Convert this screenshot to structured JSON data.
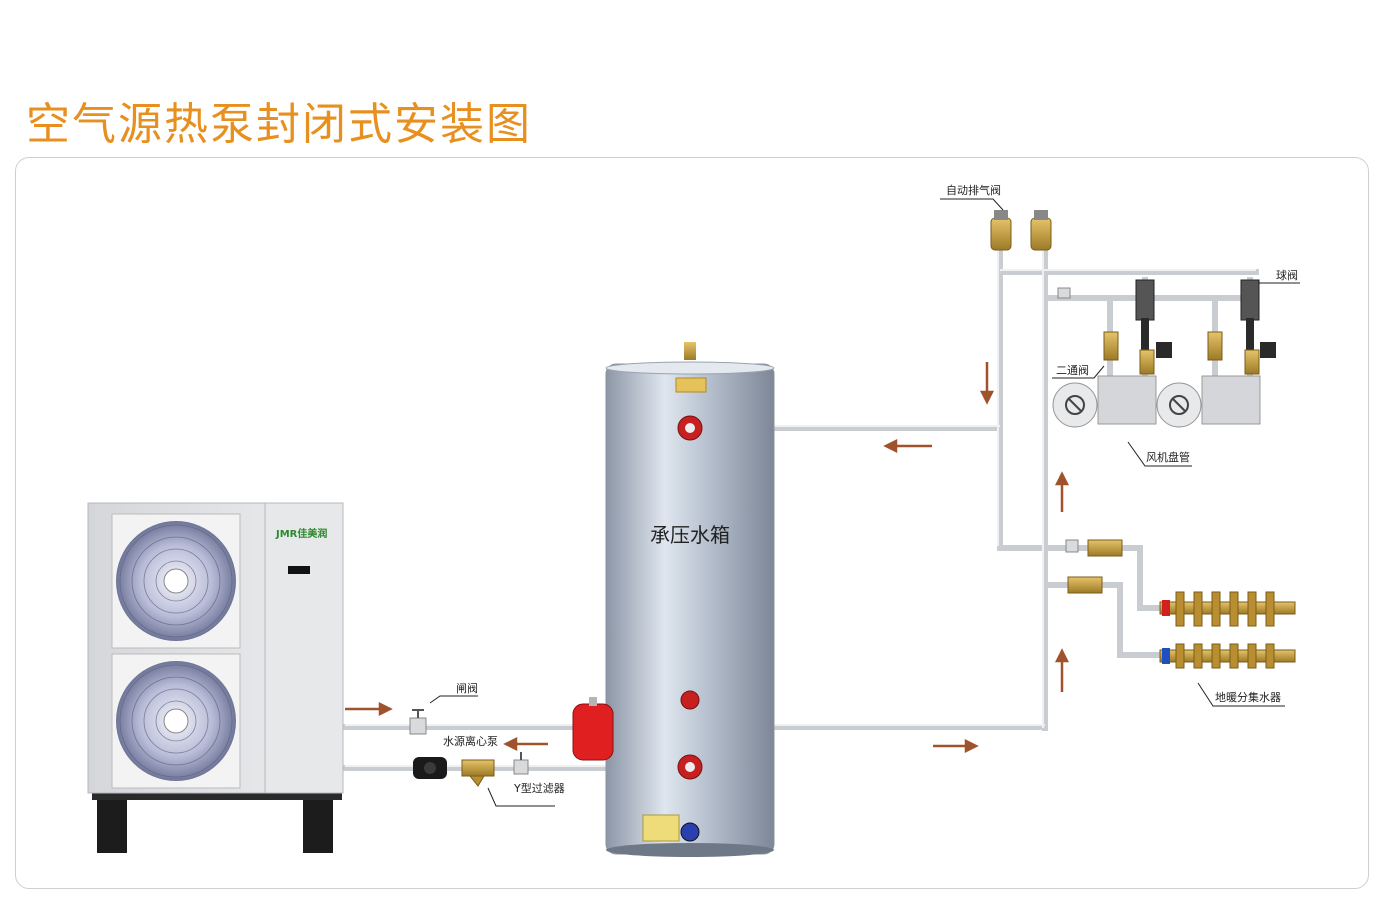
{
  "title": "空气源热泵封闭式安装图",
  "labels": {
    "auto_vent": "自动排气阀",
    "ball_valve": "球阀",
    "two_way_valve": "二通阀",
    "fan_coil": "风机盘管",
    "tank": "承压水箱",
    "gate_valve": "闸阀",
    "pump": "水源离心泵",
    "y_filter": "Y型过滤器",
    "floor_manifold": "地暖分集水器"
  },
  "heat_pump": {
    "brand": "JMR佳美润"
  },
  "colors": {
    "title": "#e8901f",
    "pipe": "#c9ccd0",
    "arrow": "#a0522d",
    "brass": "#c8a040",
    "expansion_tank": "#e02020",
    "unit_body": "#dfe1e3",
    "tank_body": "#aeb8c8"
  }
}
